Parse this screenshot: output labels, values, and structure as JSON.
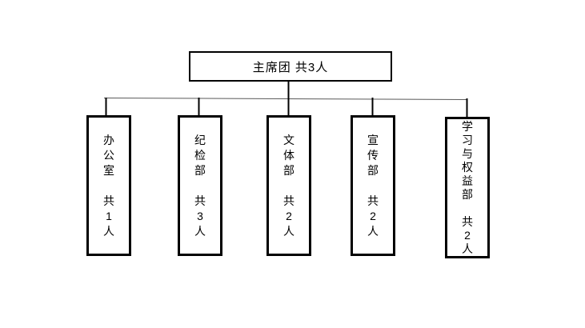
{
  "org_chart": {
    "root": {
      "label": "主席团 共3人",
      "name": "主席团",
      "count_label": "共3人"
    },
    "departments": [
      {
        "name": "办公室",
        "count_label": "共1人",
        "vertical_text": "办\n公\n室\n\n共\n1\n人"
      },
      {
        "name": "纪检部",
        "count_label": "共3人",
        "vertical_text": "纪\n检\n部\n\n共\n3\n人"
      },
      {
        "name": "文体部",
        "count_label": "共2人",
        "vertical_text": "文\n体\n部\n\n共\n2\n人"
      },
      {
        "name": "宣传部",
        "count_label": "共2人",
        "vertical_text": "宣\n传\n部\n\n共\n2\n人"
      },
      {
        "name": "学习与权益部",
        "count_label": "共2人",
        "vertical_text": "学\n习\n与\n权\n益\n部\n\n共\n2\n人"
      }
    ],
    "colors": {
      "box_border": "#000000",
      "stem_line": "#000000",
      "rail_line": "#595959",
      "background": "#ffffff",
      "text": "#000000"
    }
  }
}
